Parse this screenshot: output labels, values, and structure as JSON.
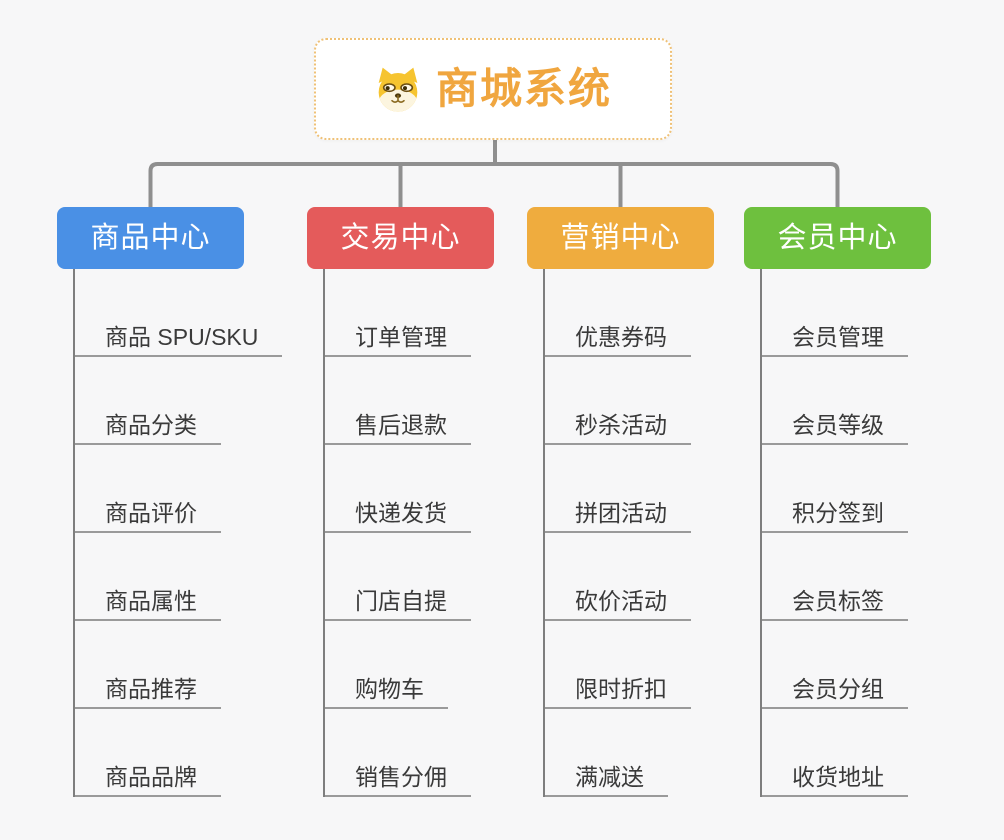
{
  "root": {
    "title": "商城系统",
    "icon": "dog-face-icon",
    "accent_color": "#F0A63F",
    "border_color": "#EFC177"
  },
  "branches": [
    {
      "id": "product-center",
      "label": "商品中心",
      "color": "#4A90E5",
      "children": [
        "商品 SPU/SKU",
        "商品分类",
        "商品评价",
        "商品属性",
        "商品推荐",
        "商品品牌"
      ]
    },
    {
      "id": "trade-center",
      "label": "交易中心",
      "color": "#E45B5B",
      "children": [
        "订单管理",
        "售后退款",
        "快递发货",
        "门店自提",
        "购物车",
        "销售分佣"
      ]
    },
    {
      "id": "marketing-center",
      "label": "营销中心",
      "color": "#EFAC3E",
      "children": [
        "优惠券码",
        "秒杀活动",
        "拼团活动",
        "砍价活动",
        "限时折扣",
        "满减送"
      ]
    },
    {
      "id": "member-center",
      "label": "会员中心",
      "color": "#6EC03E",
      "children": [
        "会员管理",
        "会员等级",
        "积分签到",
        "会员标签",
        "会员分组",
        "收货地址"
      ]
    }
  ],
  "connector_color": "#8F8F8F"
}
